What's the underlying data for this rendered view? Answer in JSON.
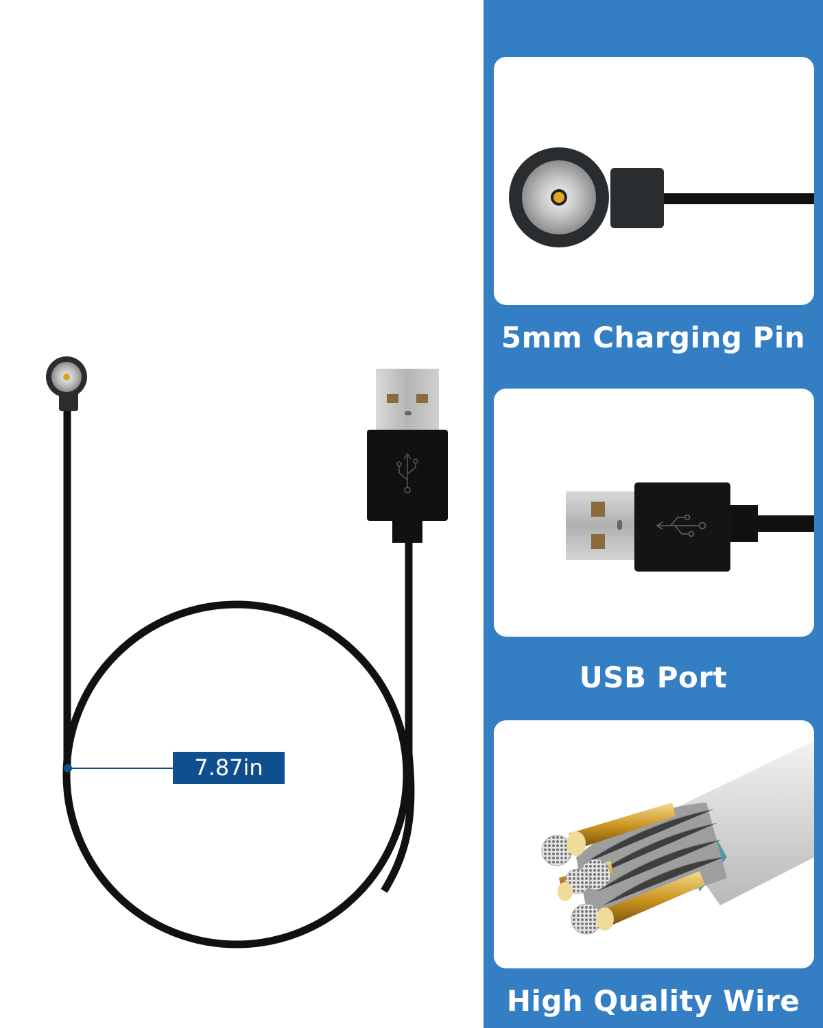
{
  "product_image": {
    "cable_length_label": "7.87in",
    "colors": {
      "panel_background": "#347ec4",
      "label_background": "#0f4f90",
      "cable": "#111111",
      "card_background": "#ffffff"
    }
  },
  "feature_panels": [
    {
      "caption": "5mm Charging Pin",
      "image": "magnetic-charging-pin"
    },
    {
      "caption": "USB Port",
      "image": "usb-a-connector"
    },
    {
      "caption": "High Quality Wire",
      "image": "cable-cross-section"
    }
  ]
}
